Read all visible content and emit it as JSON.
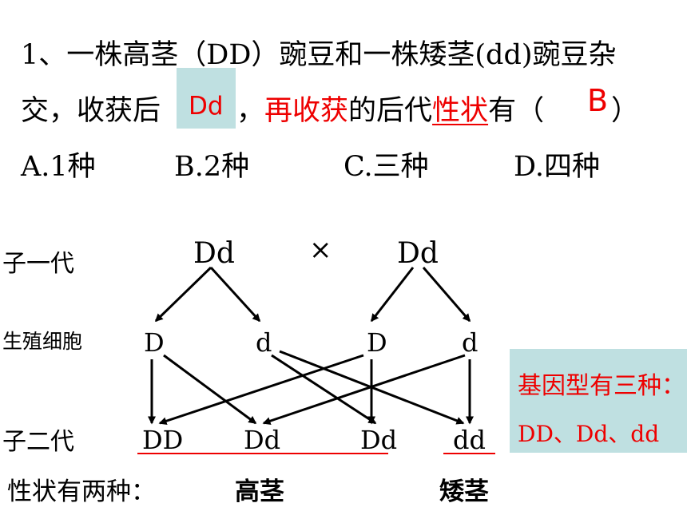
{
  "question": {
    "line1": "1、一株高茎（DD）豌豆和一株矮茎(dd)豌豆杂",
    "line2_a": "交，收获后",
    "line2_b": "，",
    "line2_c": "再收获",
    "line2_d": "的后代",
    "line2_e": "性状",
    "line2_f": "有（",
    "line2_g": "）",
    "blank_answer": "Dd",
    "choice_answer": "B"
  },
  "options": [
    "A.1种",
    "B.2种",
    "C.三种",
    "D.四种"
  ],
  "diagram": {
    "row_labels": {
      "f1": "子一代",
      "gametes": "生殖细胞",
      "f2": "子二代"
    },
    "parents": [
      "Dd",
      "Dd"
    ],
    "cross_symbol": "×",
    "gametes": [
      "D",
      "d",
      "D",
      "d"
    ],
    "offspring": [
      "DD",
      "Dd",
      "Dd",
      "dd"
    ]
  },
  "genotype_box": {
    "title": "基因型有三种：",
    "values": "DD、Dd、dd"
  },
  "phenotype": {
    "label": "性状有两种：",
    "tall": "高茎",
    "dwarf": "矮茎"
  },
  "colors": {
    "accent_red": "#ee0000",
    "answer_box": "#bfe0e1"
  }
}
